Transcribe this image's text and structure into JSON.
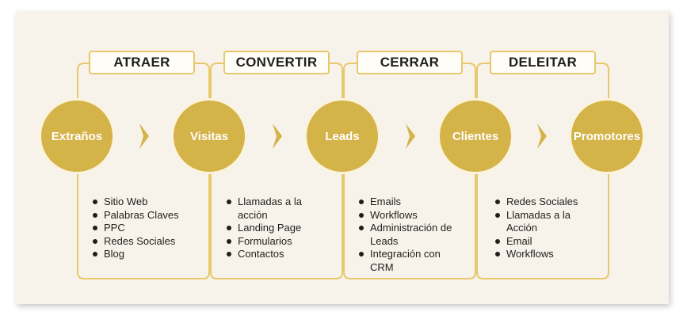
{
  "stages": [
    {
      "label": "ATRAER"
    },
    {
      "label": "CONVERTIR"
    },
    {
      "label": "CERRAR"
    },
    {
      "label": "DELEITAR"
    }
  ],
  "nodes": [
    {
      "label": "Extraños"
    },
    {
      "label": "Visitas"
    },
    {
      "label": "Leads"
    },
    {
      "label": "Clientes"
    },
    {
      "label": "Promotores"
    }
  ],
  "lists": [
    {
      "items": [
        "Sitio Web",
        "Palabras Claves",
        "PPC",
        "Redes Sociales",
        "Blog"
      ]
    },
    {
      "items": [
        "Llamadas a la acción",
        "Landing Page",
        "Formularios",
        "Contactos"
      ]
    },
    {
      "items": [
        "Emails",
        "Workflows",
        "Administración de Leads",
        "Integración con CRM"
      ]
    },
    {
      "items": [
        "Redes Sociales",
        "Llamadas a la Acción",
        "Email",
        "Workflows"
      ]
    }
  ],
  "colors": {
    "accent": "#d4b349",
    "frame": "#e8c86c",
    "background": "#f8f3ea"
  }
}
